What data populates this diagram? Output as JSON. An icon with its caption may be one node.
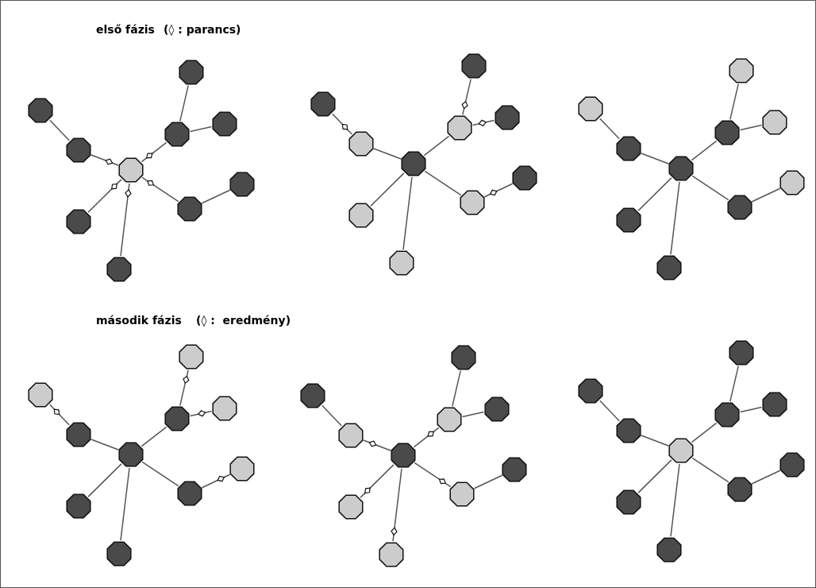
{
  "diagram": {
    "nodes": [
      {
        "text": [],
        "shape": "octagon"
      },
      {
        "text": [],
        "shape": "octagon"
      },
      {
        "text": [],
        "shape": "octagon"
      },
      {
        "text": [],
        "shape": "octagon"
      },
      {
        "text": [],
        "shape": "octagon"
      },
      {
        "text": [],
        "shape": "octagon"
      },
      {
        "text": [],
        "shape": "octagon"
      },
      {
        "text": [],
        "shape": "octagon"
      },
      {
        "text": [],
        "shape": "octagon"
      },
      {
        "text": [],
        "shape": "octagon"
      },
      {
        "text": [],
        "shape": "octagon"
      },
      {
        "text": [],
        "shape": "octagon"
      },
      {
        "text": [],
        "shape": "octagon"
      },
      {
        "text": [],
        "shape": "octagon"
      },
      {
        "text": [],
        "shape": "octagon"
      },
      {
        "text": [],
        "shape": "octagon"
      },
      {
        "text": [],
        "shape": "octagon"
      },
      {
        "text": [],
        "shape": "octagon"
      },
      {
        "text": [],
        "shape": "octagon"
      },
      {
        "text": [],
        "shape": "octagon"
      },
      {
        "text": [],
        "shape": "octagon"
      },
      {
        "text": [],
        "shape": "octagon"
      },
      {
        "text": [],
        "shape": "octagon"
      },
      {
        "text": [],
        "shape": "octagon"
      },
      {
        "text": [],
        "shape": "octagon"
      },
      {
        "text": [],
        "shape": "octagon"
      },
      {
        "text": [],
        "shape": "octagon"
      },
      {
        "text": [],
        "shape": "octagon"
      },
      {
        "text": [],
        "shape": "octagon"
      },
      {
        "text": [],
        "shape": "octagon"
      },
      {
        "text": [],
        "shape": "octagon"
      },
      {
        "text": [],
        "shape": "octagon"
      },
      {
        "text": [],
        "shape": "octagon"
      },
      {
        "text": [],
        "shape": "octagon"
      },
      {
        "text": [],
        "shape": "octagon"
      },
      {
        "text": [],
        "shape": "octagon"
      },
      {
        "text": [],
        "shape": "octagon"
      },
      {
        "text": [],
        "shape": "octagon"
      },
      {
        "text": [],
        "shape": "octagon"
      },
      {
        "text": [],
        "shape": "octagon"
      },
      {
        "text": [],
        "shape": "octagon"
      },
      {
        "text": [],
        "shape": "octagon"
      },
      {
        "text": [],
        "shape": "octagon"
      },
      {
        "text": [],
        "shape": "octagon"
      },
      {
        "text": [],
        "shape": "octagon"
      },
      {
        "text": [],
        "shape": "octagon"
      },
      {
        "text": [],
        "shape": "octagon"
      },
      {
        "text": [],
        "shape": "octagon"
      },
      {
        "text": [],
        "shape": "octagon"
      },
      {
        "text": [],
        "shape": "octagon"
      },
      {
        "text": [],
        "shape": "octagon"
      },
      {
        "text": [],
        "shape": "octagon"
      },
      {
        "text": [],
        "shape": "octagon"
      },
      {
        "text": [],
        "shape": "octagon"
      },
      {
        "text": [],
        "shape": "octagon"
      },
      {
        "text": [],
        "shape": "octagon"
      },
      {
        "text": [],
        "shape": "octagon"
      },
      {
        "text": [],
        "shape": "octagon"
      },
      {
        "text": [],
        "shape": "octagon"
      },
      {
        "text": [],
        "shape": "octagon"
      }
    ],
    "edges": [
      {
        "from": 0,
        "to": 1,
        "arrow": "other"
      },
      {
        "from": 1,
        "to": 2,
        "arrow": "none"
      },
      {
        "from": 0,
        "to": 3,
        "arrow": "other"
      },
      {
        "from": 3,
        "to": 4,
        "arrow": "none"
      },
      {
        "from": 3,
        "to": 5,
        "arrow": "none"
      },
      {
        "from": 0,
        "to": 6,
        "arrow": "other"
      },
      {
        "from": 6,
        "to": 7,
        "arrow": "none"
      },
      {
        "from": 0,
        "to": 8,
        "arrow": "other"
      },
      {
        "from": 0,
        "to": 9,
        "arrow": "other"
      },
      {
        "from": 10,
        "to": 11,
        "arrow": "none"
      },
      {
        "from": 11,
        "to": 12,
        "arrow": "other"
      },
      {
        "from": 10,
        "to": 13,
        "arrow": "none"
      },
      {
        "from": 13,
        "to": 14,
        "arrow": "other"
      },
      {
        "from": 13,
        "to": 15,
        "arrow": "other"
      },
      {
        "from": 10,
        "to": 16,
        "arrow": "none"
      },
      {
        "from": 16,
        "to": 17,
        "arrow": "other"
      },
      {
        "from": 10,
        "to": 18,
        "arrow": "none"
      },
      {
        "from": 10,
        "to": 19,
        "arrow": "none"
      },
      {
        "from": 20,
        "to": 21,
        "arrow": "none"
      },
      {
        "from": 21,
        "to": 22,
        "arrow": "none"
      },
      {
        "from": 20,
        "to": 23,
        "arrow": "none"
      },
      {
        "from": 23,
        "to": 24,
        "arrow": "none"
      },
      {
        "from": 23,
        "to": 25,
        "arrow": "none"
      },
      {
        "from": 20,
        "to": 26,
        "arrow": "none"
      },
      {
        "from": 26,
        "to": 27,
        "arrow": "none"
      },
      {
        "from": 20,
        "to": 28,
        "arrow": "none"
      },
      {
        "from": 20,
        "to": 29,
        "arrow": "none"
      },
      {
        "from": 30,
        "to": 31,
        "arrow": "none"
      },
      {
        "from": 32,
        "to": 31,
        "arrow": "other"
      },
      {
        "from": 30,
        "to": 33,
        "arrow": "none"
      },
      {
        "from": 34,
        "to": 33,
        "arrow": "other"
      },
      {
        "from": 35,
        "to": 33,
        "arrow": "other"
      },
      {
        "from": 30,
        "to": 36,
        "arrow": "none"
      },
      {
        "from": 37,
        "to": 36,
        "arrow": "other"
      },
      {
        "from": 30,
        "to": 38,
        "arrow": "none"
      },
      {
        "from": 30,
        "to": 39,
        "arrow": "none"
      },
      {
        "from": 41,
        "to": 40,
        "arrow": "other"
      },
      {
        "from": 41,
        "to": 42,
        "arrow": "none"
      },
      {
        "from": 43,
        "to": 40,
        "arrow": "other"
      },
      {
        "from": 43,
        "to": 44,
        "arrow": "none"
      },
      {
        "from": 43,
        "to": 45,
        "arrow": "none"
      },
      {
        "from": 46,
        "to": 40,
        "arrow": "other"
      },
      {
        "from": 46,
        "to": 47,
        "arrow": "none"
      },
      {
        "from": 48,
        "to": 40,
        "arrow": "other"
      },
      {
        "from": 49,
        "to": 40,
        "arrow": "other"
      },
      {
        "from": 50,
        "to": 51,
        "arrow": "none"
      },
      {
        "from": 51,
        "to": 52,
        "arrow": "none"
      },
      {
        "from": 50,
        "to": 53,
        "arrow": "none"
      },
      {
        "from": 53,
        "to": 54,
        "arrow": "none"
      },
      {
        "from": 53,
        "to": 55,
        "arrow": "none"
      },
      {
        "from": 50,
        "to": 56,
        "arrow": "none"
      },
      {
        "from": 56,
        "to": 57,
        "arrow": "none"
      },
      {
        "from": 50,
        "to": 58,
        "arrow": "none"
      },
      {
        "from": 50,
        "to": 59,
        "arrow": "none"
      }
    ],
    "labels": [
      "első fázis",
      "(◊ : parancs)",
      "második fázis",
      "(◊ :  eredmény)"
    ]
  }
}
